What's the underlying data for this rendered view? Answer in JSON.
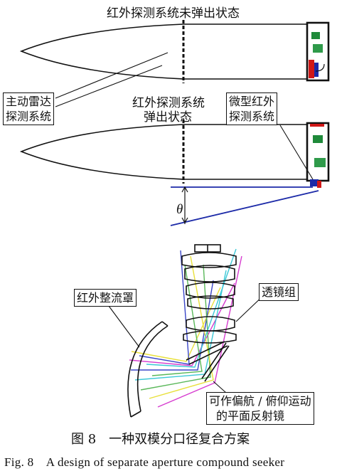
{
  "top": {
    "title_stowed": "红外探测系统未弹出状态",
    "title_deployed_line1": "红外探测系统",
    "title_deployed_line2": "弹出状态",
    "label_radar_line1": "主动雷达",
    "label_radar_line2": "探测系统",
    "label_micro_ir_line1": "微型红外",
    "label_micro_ir_line2": "探测系统",
    "angle_symbol": "θ"
  },
  "bottom": {
    "label_dome": "红外整流罩",
    "label_lens_group": "透镜组",
    "label_mirror_line1": "可作偏航 / 俯仰运动",
    "label_mirror_line2": "的平面反射镜"
  },
  "caption": {
    "chinese": "图 8　一种双模分口径复合方案",
    "english": "Fig. 8　A design of separate aperture compound seeker"
  },
  "colors": {
    "line": "#111111",
    "module_green": "#1f8a3a",
    "module_red": "#d01818",
    "module_blue": "#1c2aa8",
    "ray_yellow": "#e8e03a",
    "ray_magenta": "#d63ccf",
    "ray_cyan": "#3cc8d6",
    "ray_blue": "#3a46c8",
    "ray_green": "#5ab85a"
  }
}
